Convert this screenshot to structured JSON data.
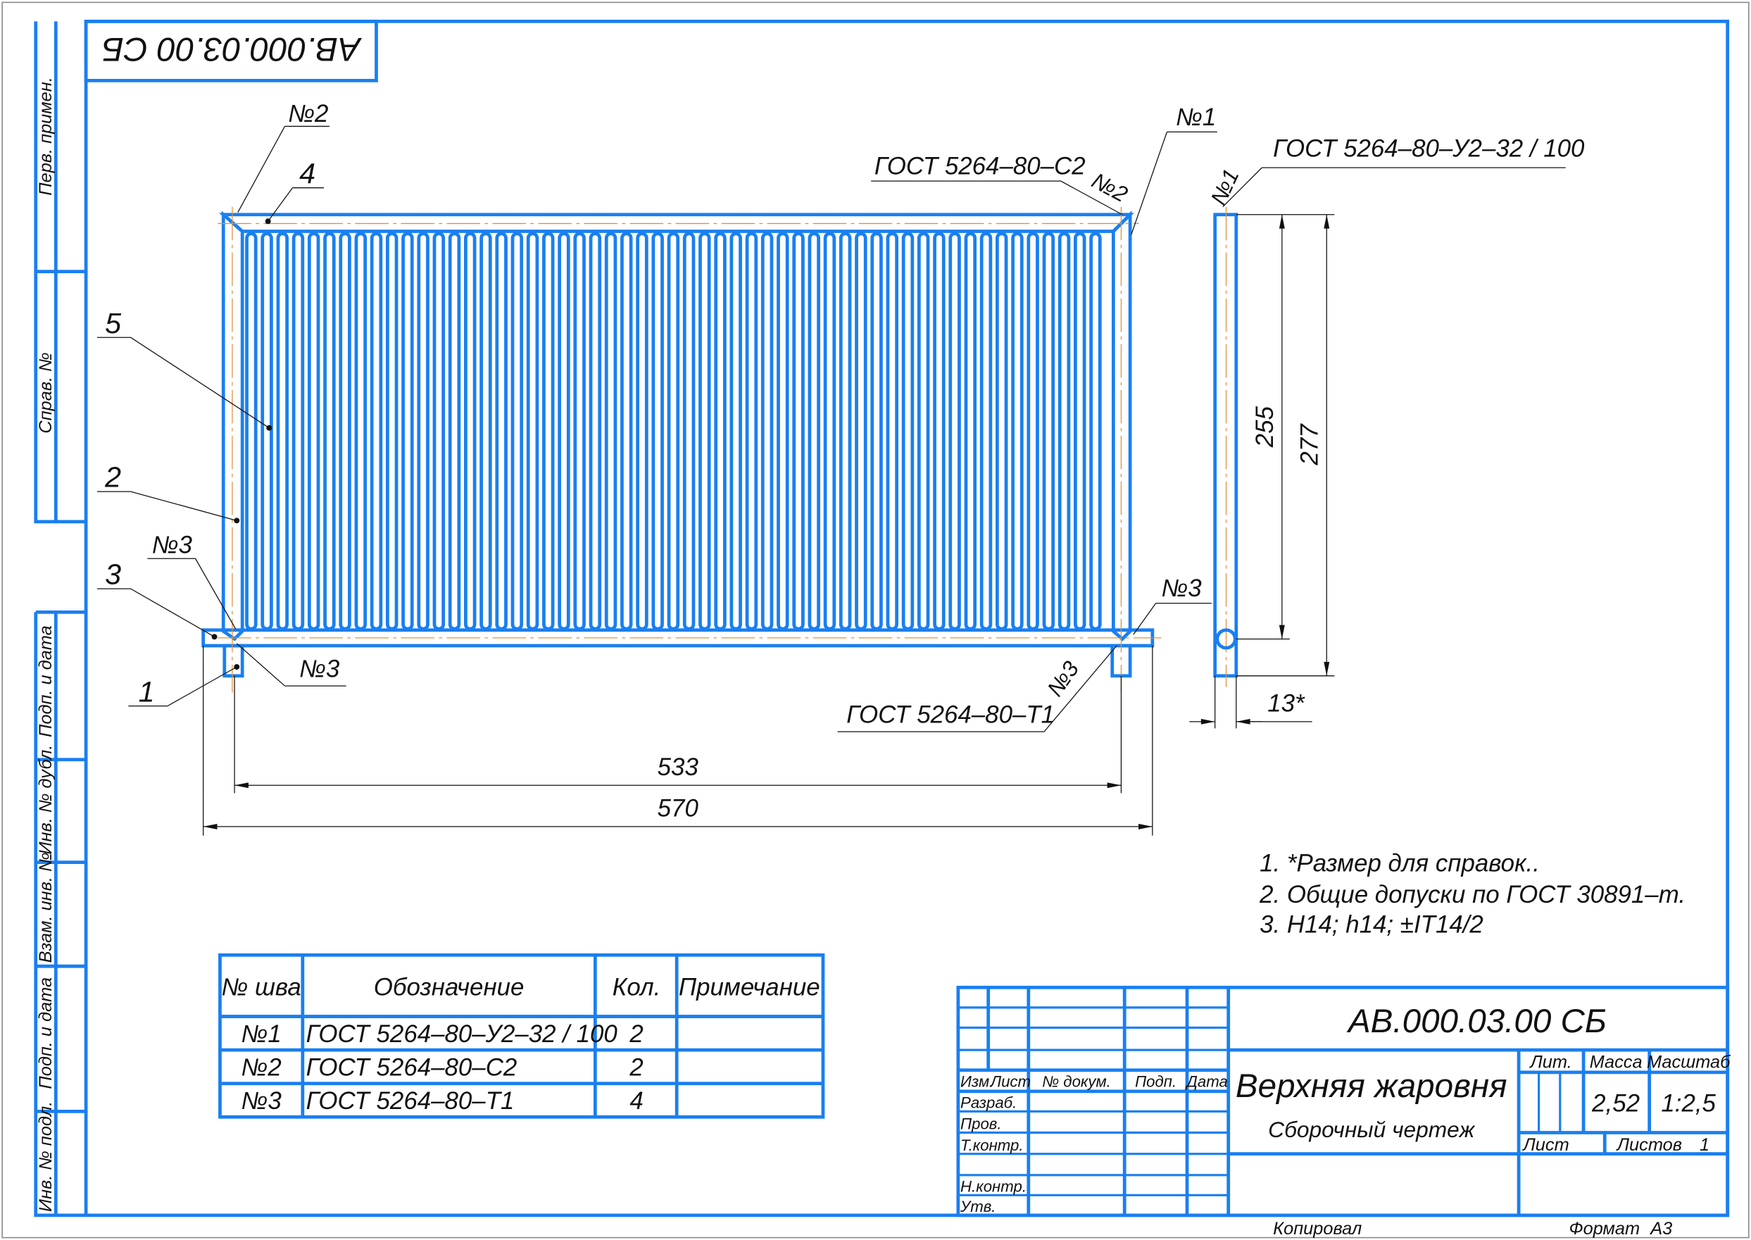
{
  "colors": {
    "frame": "#1a7ff0",
    "centerline": "#e0913a",
    "text": "#111111"
  },
  "stamp_rotated": "АВ.000.03.00 СБ",
  "side_strip": {
    "top": [
      "Перв. примен.",
      "Справ. №"
    ],
    "bottom": [
      "Подп. и дата",
      "Инв. № дубл.",
      "Взам. инв. №",
      "Подп. и дата",
      "Инв. № подл."
    ]
  },
  "callouts": {
    "weld2_tl": "№2",
    "pos4": "4",
    "pos5": "5",
    "pos2": "2",
    "weld3_l": "№3",
    "pos3": "3",
    "pos1": "1",
    "weld3_bl": "№3",
    "gost_c2": "ГОСТ 5264–80–С2",
    "weld2_tr": "№2",
    "weld1_tr": "№1",
    "gost_u2": "ГОСТ 5264–80–У2–32 / 100",
    "weld1_side": "№1",
    "weld3_r": "№3",
    "gost_t1": "ГОСТ 5264–80–Т1",
    "weld3_br": "№3"
  },
  "dimensions": {
    "inner_width": "533",
    "outer_width": "570",
    "inner_height": "255",
    "outer_height": "277",
    "thickness": "13*"
  },
  "notes": [
    "1. *Размер для справок..",
    "2. Общие допуски по ГОСТ 30891–т.",
    "3. H14; h14; ±IT14/2"
  ],
  "weld_table": {
    "headers": [
      "№ шва",
      "Обозначение",
      "Кол.",
      "Примечание"
    ],
    "rows": [
      [
        "№1",
        "ГОСТ 5264–80–У2–32 / 100",
        "2",
        ""
      ],
      [
        "№2",
        "ГОСТ 5264–80–С2",
        "2",
        ""
      ],
      [
        "№3",
        "ГОСТ 5264–80–Т1",
        "4",
        ""
      ]
    ]
  },
  "title_block": {
    "designation": "АВ.000.03.00 СБ",
    "name": "Верхняя жаровня",
    "doc_type": "Сборочный чертеж",
    "col_headers": [
      "Изм.",
      "Лист",
      "№ докум.",
      "Подп.",
      "Дата"
    ],
    "roles": [
      "Разраб.",
      "Пров.",
      "Т.контр.",
      "Н.контр.",
      "Утв."
    ],
    "lit_label": "Лит.",
    "mass_label": "Масса",
    "scale_label": "Масштаб",
    "mass": "2,52",
    "scale": "1:2,5",
    "sheet_label": "Лист",
    "sheets_label": "Листов",
    "sheets": "1",
    "copied": "Копировал",
    "format_label": "Формат",
    "format": "А3"
  }
}
